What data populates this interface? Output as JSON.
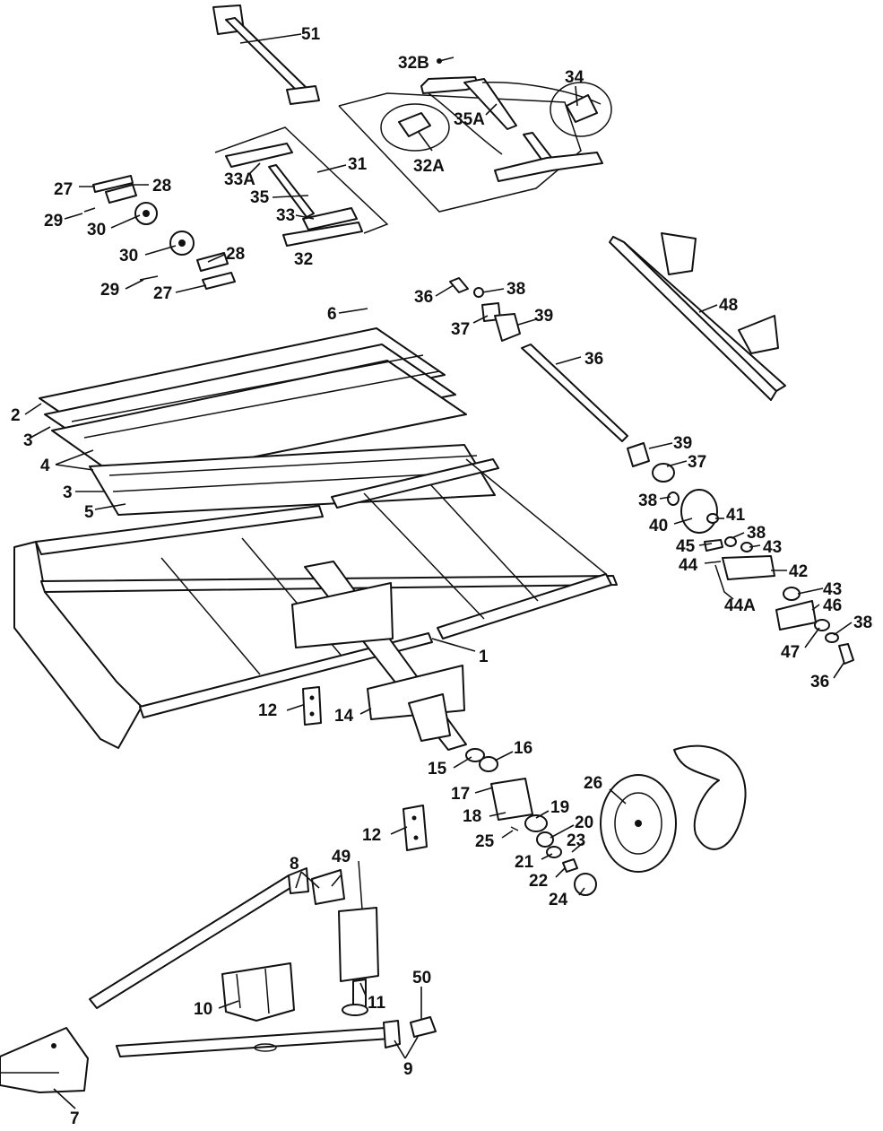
{
  "diagram": {
    "colors": {
      "ink": "#111111",
      "paper": "#ffffff"
    },
    "callouts": [
      {
        "id": "c51",
        "text": "51"
      },
      {
        "id": "c32B",
        "text": "32B"
      },
      {
        "id": "c34",
        "text": "34"
      },
      {
        "id": "c35A",
        "text": "35A"
      },
      {
        "id": "c32A",
        "text": "32A"
      },
      {
        "id": "c31",
        "text": "31"
      },
      {
        "id": "c33A",
        "text": "33A"
      },
      {
        "id": "c35",
        "text": "35"
      },
      {
        "id": "c33",
        "text": "33"
      },
      {
        "id": "c32",
        "text": "32"
      },
      {
        "id": "c27a",
        "text": "27"
      },
      {
        "id": "c28a",
        "text": "28"
      },
      {
        "id": "c29a",
        "text": "29"
      },
      {
        "id": "c30a",
        "text": "30"
      },
      {
        "id": "c30b",
        "text": "30"
      },
      {
        "id": "c28b",
        "text": "28"
      },
      {
        "id": "c29b",
        "text": "29"
      },
      {
        "id": "c27b",
        "text": "27"
      },
      {
        "id": "c36a",
        "text": "36"
      },
      {
        "id": "c38a",
        "text": "38"
      },
      {
        "id": "c37a",
        "text": "37"
      },
      {
        "id": "c39a",
        "text": "39"
      },
      {
        "id": "c6",
        "text": "6"
      },
      {
        "id": "c48",
        "text": "48"
      },
      {
        "id": "c36b",
        "text": "36"
      },
      {
        "id": "c2",
        "text": "2"
      },
      {
        "id": "c3a",
        "text": "3"
      },
      {
        "id": "c4",
        "text": "4"
      },
      {
        "id": "c3b",
        "text": "3"
      },
      {
        "id": "c5",
        "text": "5"
      },
      {
        "id": "c39b",
        "text": "39"
      },
      {
        "id": "c37b",
        "text": "37"
      },
      {
        "id": "c38b",
        "text": "38"
      },
      {
        "id": "c40",
        "text": "40"
      },
      {
        "id": "c41",
        "text": "41"
      },
      {
        "id": "c38c",
        "text": "38"
      },
      {
        "id": "c45",
        "text": "45"
      },
      {
        "id": "c43a",
        "text": "43"
      },
      {
        "id": "c44",
        "text": "44"
      },
      {
        "id": "c42",
        "text": "42"
      },
      {
        "id": "c44A",
        "text": "44A"
      },
      {
        "id": "c43b",
        "text": "43"
      },
      {
        "id": "c46",
        "text": "46"
      },
      {
        "id": "c38d",
        "text": "38"
      },
      {
        "id": "c47",
        "text": "47"
      },
      {
        "id": "c36c",
        "text": "36"
      },
      {
        "id": "c1",
        "text": "1"
      },
      {
        "id": "c12a",
        "text": "12"
      },
      {
        "id": "c14",
        "text": "14"
      },
      {
        "id": "c16",
        "text": "16"
      },
      {
        "id": "c15",
        "text": "15"
      },
      {
        "id": "c17",
        "text": "17"
      },
      {
        "id": "c26",
        "text": "26"
      },
      {
        "id": "c18",
        "text": "18"
      },
      {
        "id": "c19",
        "text": "19"
      },
      {
        "id": "c20",
        "text": "20"
      },
      {
        "id": "c12b",
        "text": "12"
      },
      {
        "id": "c25",
        "text": "25"
      },
      {
        "id": "c23",
        "text": "23"
      },
      {
        "id": "c21",
        "text": "21"
      },
      {
        "id": "c22",
        "text": "22"
      },
      {
        "id": "c24",
        "text": "24"
      },
      {
        "id": "c8",
        "text": "8"
      },
      {
        "id": "c49",
        "text": "49"
      },
      {
        "id": "c10",
        "text": "10"
      },
      {
        "id": "c11",
        "text": "11"
      },
      {
        "id": "c50",
        "text": "50"
      },
      {
        "id": "c9",
        "text": "9"
      },
      {
        "id": "c7",
        "text": "7"
      }
    ]
  }
}
